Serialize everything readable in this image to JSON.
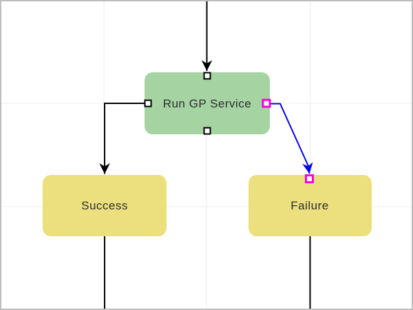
{
  "diagram": {
    "nodes": [
      {
        "id": "run-gp-service",
        "label": "Run GP Service",
        "kind": "process",
        "fill": "#a5d3a2"
      },
      {
        "id": "success",
        "label": "Success",
        "kind": "terminal",
        "fill": "#ecdf7d"
      },
      {
        "id": "failure",
        "label": "Failure",
        "kind": "terminal",
        "fill": "#ecdf7d"
      }
    ],
    "edges": [
      {
        "id": "edge-incoming",
        "from": "offscreen-top",
        "to": "run-gp-service",
        "color": "#000000",
        "selected": false
      },
      {
        "id": "edge-to-success",
        "from": "run-gp-service",
        "to": "success",
        "color": "#000000",
        "selected": false
      },
      {
        "id": "edge-to-failure",
        "from": "run-gp-service",
        "to": "failure",
        "color": "#0000f2",
        "selected": true
      },
      {
        "id": "edge-success-out",
        "from": "success",
        "to": "offscreen-bottom",
        "color": "#000000",
        "selected": false
      },
      {
        "id": "edge-failure-out",
        "from": "failure",
        "to": "offscreen-bottom",
        "color": "#000000",
        "selected": false
      }
    ],
    "ports": {
      "run_gp_service": [
        "top",
        "left",
        "right",
        "bottom"
      ],
      "failure": [
        "top"
      ]
    },
    "colors": {
      "text": "#2d2d2d",
      "edge": "#000000",
      "edge_selected": "#0000f2",
      "port_fill": "#ffffff",
      "port_border": "#000000",
      "port_selected": "#ff00e0",
      "grid": "#ededed",
      "canvas_bg": "#ffffff",
      "canvas_border": "#bdbdbd"
    }
  }
}
